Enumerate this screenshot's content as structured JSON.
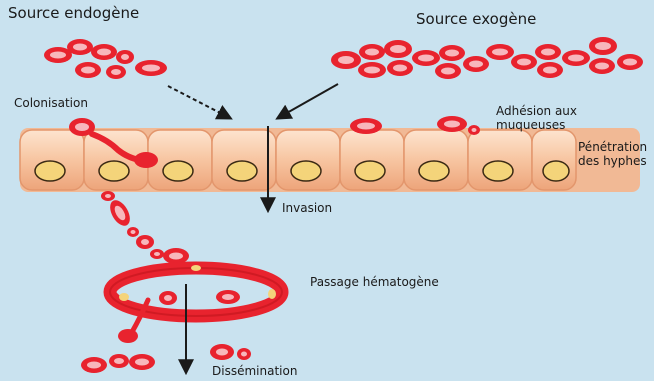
{
  "labels": {
    "source_endogene": "Source endogène",
    "source_exogene": "Source exogène",
    "colonisation": "Colonisation",
    "adhesion": [
      "Adhésion aux",
      "muqueuses"
    ],
    "penetration": [
      "Pénétration",
      "des hyphes"
    ],
    "invasion": "Invasion",
    "passage": "Passage hématogène",
    "dissemination": "Dissémination"
  },
  "colors": {
    "background": "#c9e2ef",
    "cell_fill": "#f6c7a6",
    "cell_stroke": "#e3966c",
    "nucleus_fill": "#f4d47a",
    "yeast_fill": "#e8232e",
    "yeast_inner": "#f7b7bc",
    "arrow": "#1a1a1a"
  }
}
